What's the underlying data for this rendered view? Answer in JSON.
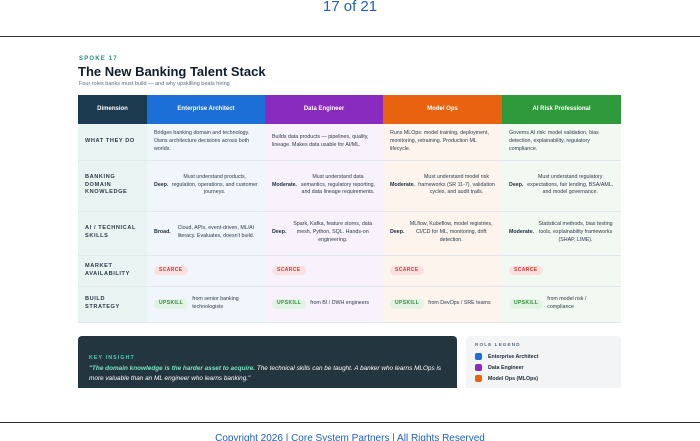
{
  "page_counter": "17 of 21",
  "footer": "Copyright 2026 | Core System Partners | All Rights Reserved",
  "slide": {
    "spoke": "SPOKE 17",
    "title": "The New Banking Talent Stack",
    "subtitle": "Four roles banks must build — and why upskilling beats hiring"
  },
  "table": {
    "headers": {
      "dimension": "Dimension",
      "ea": "Enterprise Architect",
      "de": "Data Engineer",
      "mo": "Model Ops",
      "ai": "AI Risk Professional"
    },
    "rows": {
      "what": {
        "label": "WHAT THEY DO",
        "ea": "Bridges banking domain and technology. Owns architecture decisions across both worlds.",
        "de": "Builds data products — pipelines, quality, lineage. Makes data usable for AI/ML.",
        "mo": "Runs MLOps: model training, deployment, monitoring, retraining. Production ML lifecycle.",
        "ai": "Governs AI risk: model validation, bias detection, explainability, regulatory compliance."
      },
      "domain": {
        "label": "BANKING DOMAIN KNOWLEDGE",
        "ea_lead": "Deep.",
        "ea": "Must understand products, regulation, operations, and customer journeys.",
        "de_lead": "Moderate.",
        "de": "Must understand data semantics, regulatory reporting, and data lineage requirements.",
        "mo_lead": "Moderate.",
        "mo": "Must understand model risk frameworks (SR 11-7), validation cycles, and audit trails.",
        "ai_lead": "Deep.",
        "ai": "Must understand regulatory expectations, fair lending, BSA/AML, and model governance."
      },
      "skills": {
        "label": "AI / TECHNICAL SKILLS",
        "ea_lead": "Broad.",
        "ea": "Cloud, APIs, event-driven, ML/AI literacy. Evaluates, doesn't build.",
        "de_lead": "Deep.",
        "de": "Spark, Kafka, feature stores, data mesh, Python, SQL. Hands-on engineering.",
        "mo_lead": "Deep.",
        "mo": "MLflow, Kubeflow, model registries, CI/CD for ML, monitoring, drift detection.",
        "ai_lead": "Moderate.",
        "ai": "Statistical methods, bias testing tools, explainability frameworks (SHAP, LIME)."
      },
      "market": {
        "label": "MARKET AVAILABILITY",
        "ea": "SCARCE",
        "de": "SCARCE",
        "mo": "SCARCE",
        "ai": "SCARCE"
      },
      "build": {
        "label": "BUILD STRATEGY",
        "badge": "UPSKILL",
        "ea": "from senior banking technologists",
        "de": "from BI / DWH engineers",
        "mo": "from DevOps / SRE teams",
        "ai": "from model risk / compliance"
      }
    }
  },
  "insight": {
    "label": "KEY INSIGHT",
    "highlight": "\"The domain knowledge is the harder asset to acquire.",
    "text": " The technical skills can be taught. A banker who learns MLOps is more valuable than an ML engineer who learns banking.\""
  },
  "legend": {
    "title": "ROLE LEGEND",
    "items": [
      {
        "label": "Enterprise Architect",
        "color": "#1c6fd6"
      },
      {
        "label": "Data Engineer",
        "color": "#8a2bbf"
      },
      {
        "label": "Model Ops (MLOps)",
        "color": "#e8620f"
      }
    ]
  }
}
